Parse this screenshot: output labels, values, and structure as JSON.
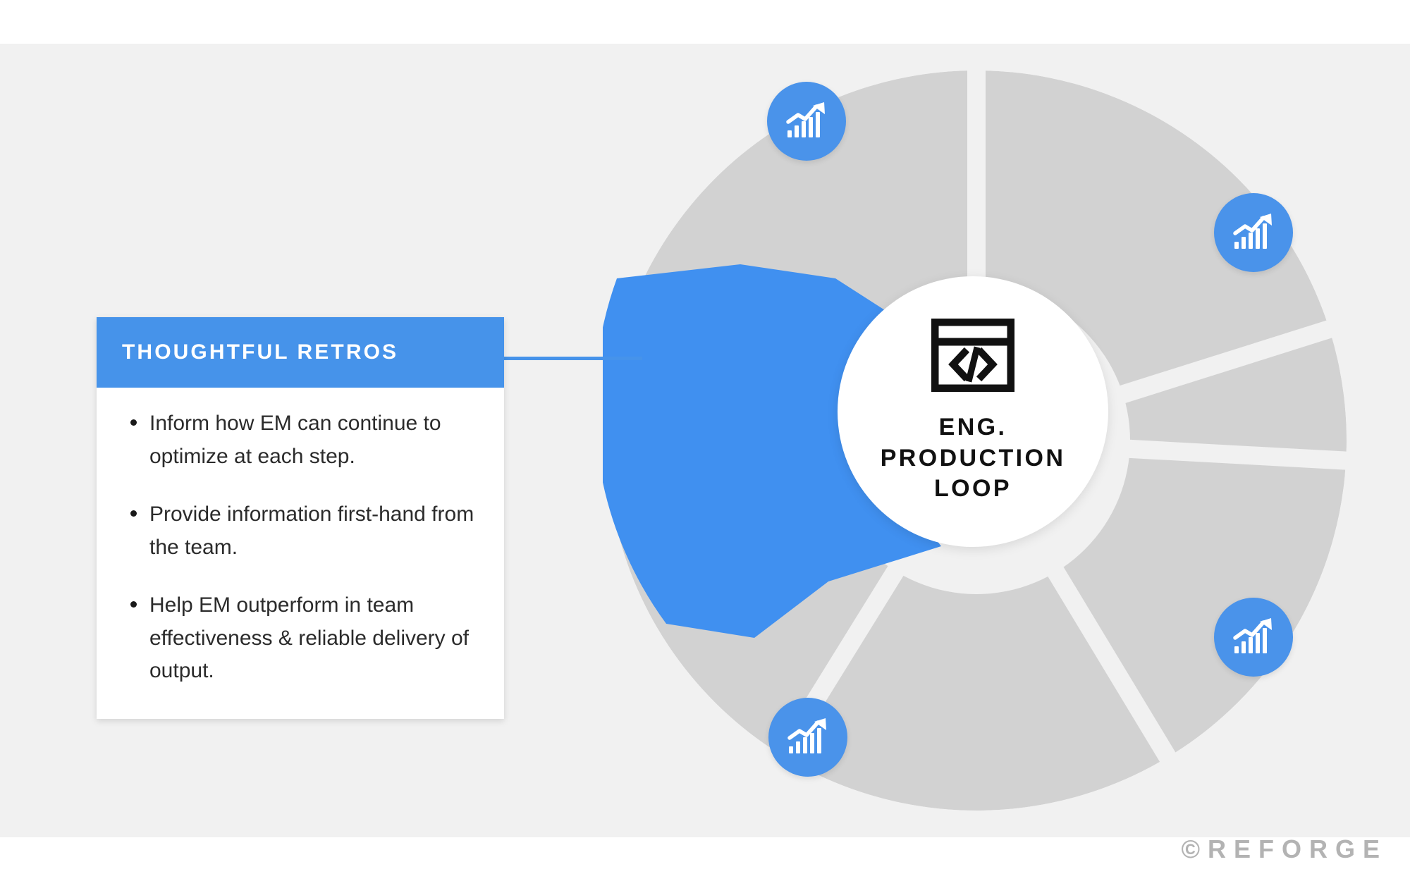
{
  "slide": {
    "background_color": "#f1f1f1",
    "frame_color": "#ffffff"
  },
  "colors": {
    "accent_blue": "#4693ea",
    "segment_blue": "#4090f0",
    "segment_gray": "#d2d2d2",
    "gap_gray": "#f1f1f1",
    "text_dark": "#2b2b2b",
    "watermark_gray": "#b3b3b3"
  },
  "card": {
    "title": "THOUGHTFUL RETROS",
    "bullets": [
      "Inform how EM can continue to optimize at each step.",
      "Provide information first-hand from the team.",
      "Help EM outperform in team effectiveness & reliable delivery of output."
    ]
  },
  "hub": {
    "icon": "code-window-icon",
    "label_lines": [
      "ENG.",
      "PRODUCTION",
      "LOOP"
    ],
    "label_full": "ENG. PRODUCTION LOOP"
  },
  "wheel": {
    "type": "segmented-donut",
    "segment_count": 5,
    "highlighted_index": 0,
    "segments": [
      {
        "name": "thoughtful-retros",
        "state": "highlighted",
        "color": "#4090f0"
      },
      {
        "name": "segment-upper-left",
        "state": "default",
        "color": "#d2d2d2"
      },
      {
        "name": "segment-upper-right",
        "state": "default",
        "color": "#d2d2d2"
      },
      {
        "name": "segment-lower-right",
        "state": "default",
        "color": "#d2d2d2"
      },
      {
        "name": "segment-lower-left",
        "state": "default",
        "color": "#d2d2d2"
      }
    ]
  },
  "badges": [
    {
      "name": "growth-chart-badge-1",
      "icon": "growth-chart-icon"
    },
    {
      "name": "growth-chart-badge-2",
      "icon": "growth-chart-icon"
    },
    {
      "name": "growth-chart-badge-3",
      "icon": "growth-chart-icon"
    },
    {
      "name": "growth-chart-badge-4",
      "icon": "growth-chart-icon"
    }
  ],
  "watermark": {
    "text": "©REFORGE"
  }
}
